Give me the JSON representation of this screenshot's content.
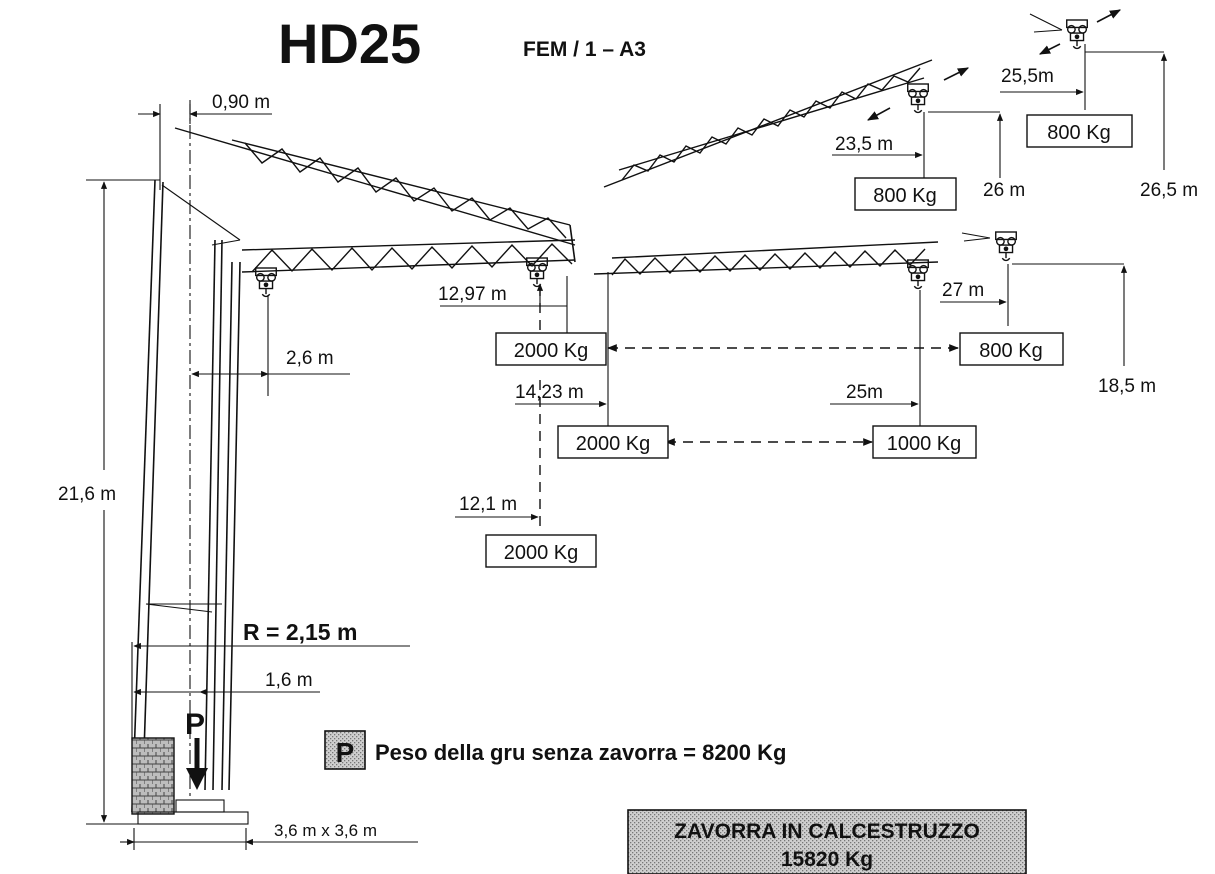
{
  "title": "HD25",
  "classification": "FEM / 1 – A3",
  "dimensions": {
    "d_090": "0,90 m",
    "d_216": "21,6 m",
    "d_26": "2,6 m",
    "d_1297": "12,97 m",
    "d_1423": "14,23 m",
    "d_121": "12,1 m",
    "d_25": "25m",
    "d_27": "27 m",
    "d_185": "18,5 m",
    "d_235": "23,5 m",
    "d_26m": "26 m",
    "d_255": "25,5m",
    "d_265": "26,5 m",
    "radius": "R = 2,15 m",
    "d_16": "1,6 m",
    "base": "3,6 m x 3,6 m"
  },
  "loads": {
    "l_2000_a": "2000 Kg",
    "l_800_a": "800 Kg",
    "l_2000_b": "2000 Kg",
    "l_1000": "1000 Kg",
    "l_2000_c": "2000 Kg",
    "l_800_b": "800 Kg",
    "l_800_c": "800 Kg"
  },
  "weight": {
    "symbol": "P",
    "text": "Peso della gru senza zavorra = 8200 Kg"
  },
  "ballast": {
    "line1": "ZAVORRA IN CALCESTRUZZO",
    "line2": "15820 Kg"
  }
}
